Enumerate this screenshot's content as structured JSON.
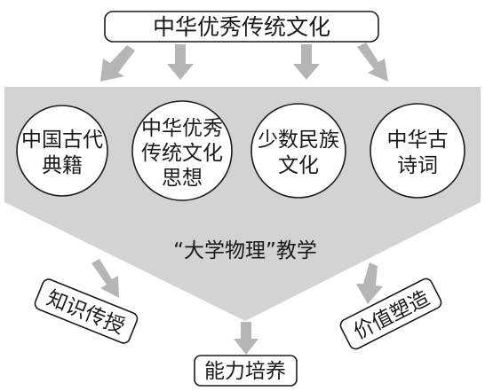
{
  "top_box": {
    "label": "中华优秀传统文化"
  },
  "circles": [
    {
      "lines": [
        "中国古代",
        "典籍"
      ]
    },
    {
      "lines": [
        "中华优秀",
        "传统文化",
        "思想"
      ]
    },
    {
      "lines": [
        "少数民族",
        "文化"
      ]
    },
    {
      "lines": [
        "中华古",
        "诗词"
      ]
    }
  ],
  "center_label": "“大学物理”教学",
  "outputs": {
    "left": "知识传授",
    "bottom": "能力培养",
    "right": "价值塑造"
  },
  "colors": {
    "funnel_fill": "#d3d3d3",
    "arrow_fill": "#b5b5b5",
    "stroke": "#1a1a1a",
    "box_fill": "#ffffff"
  }
}
